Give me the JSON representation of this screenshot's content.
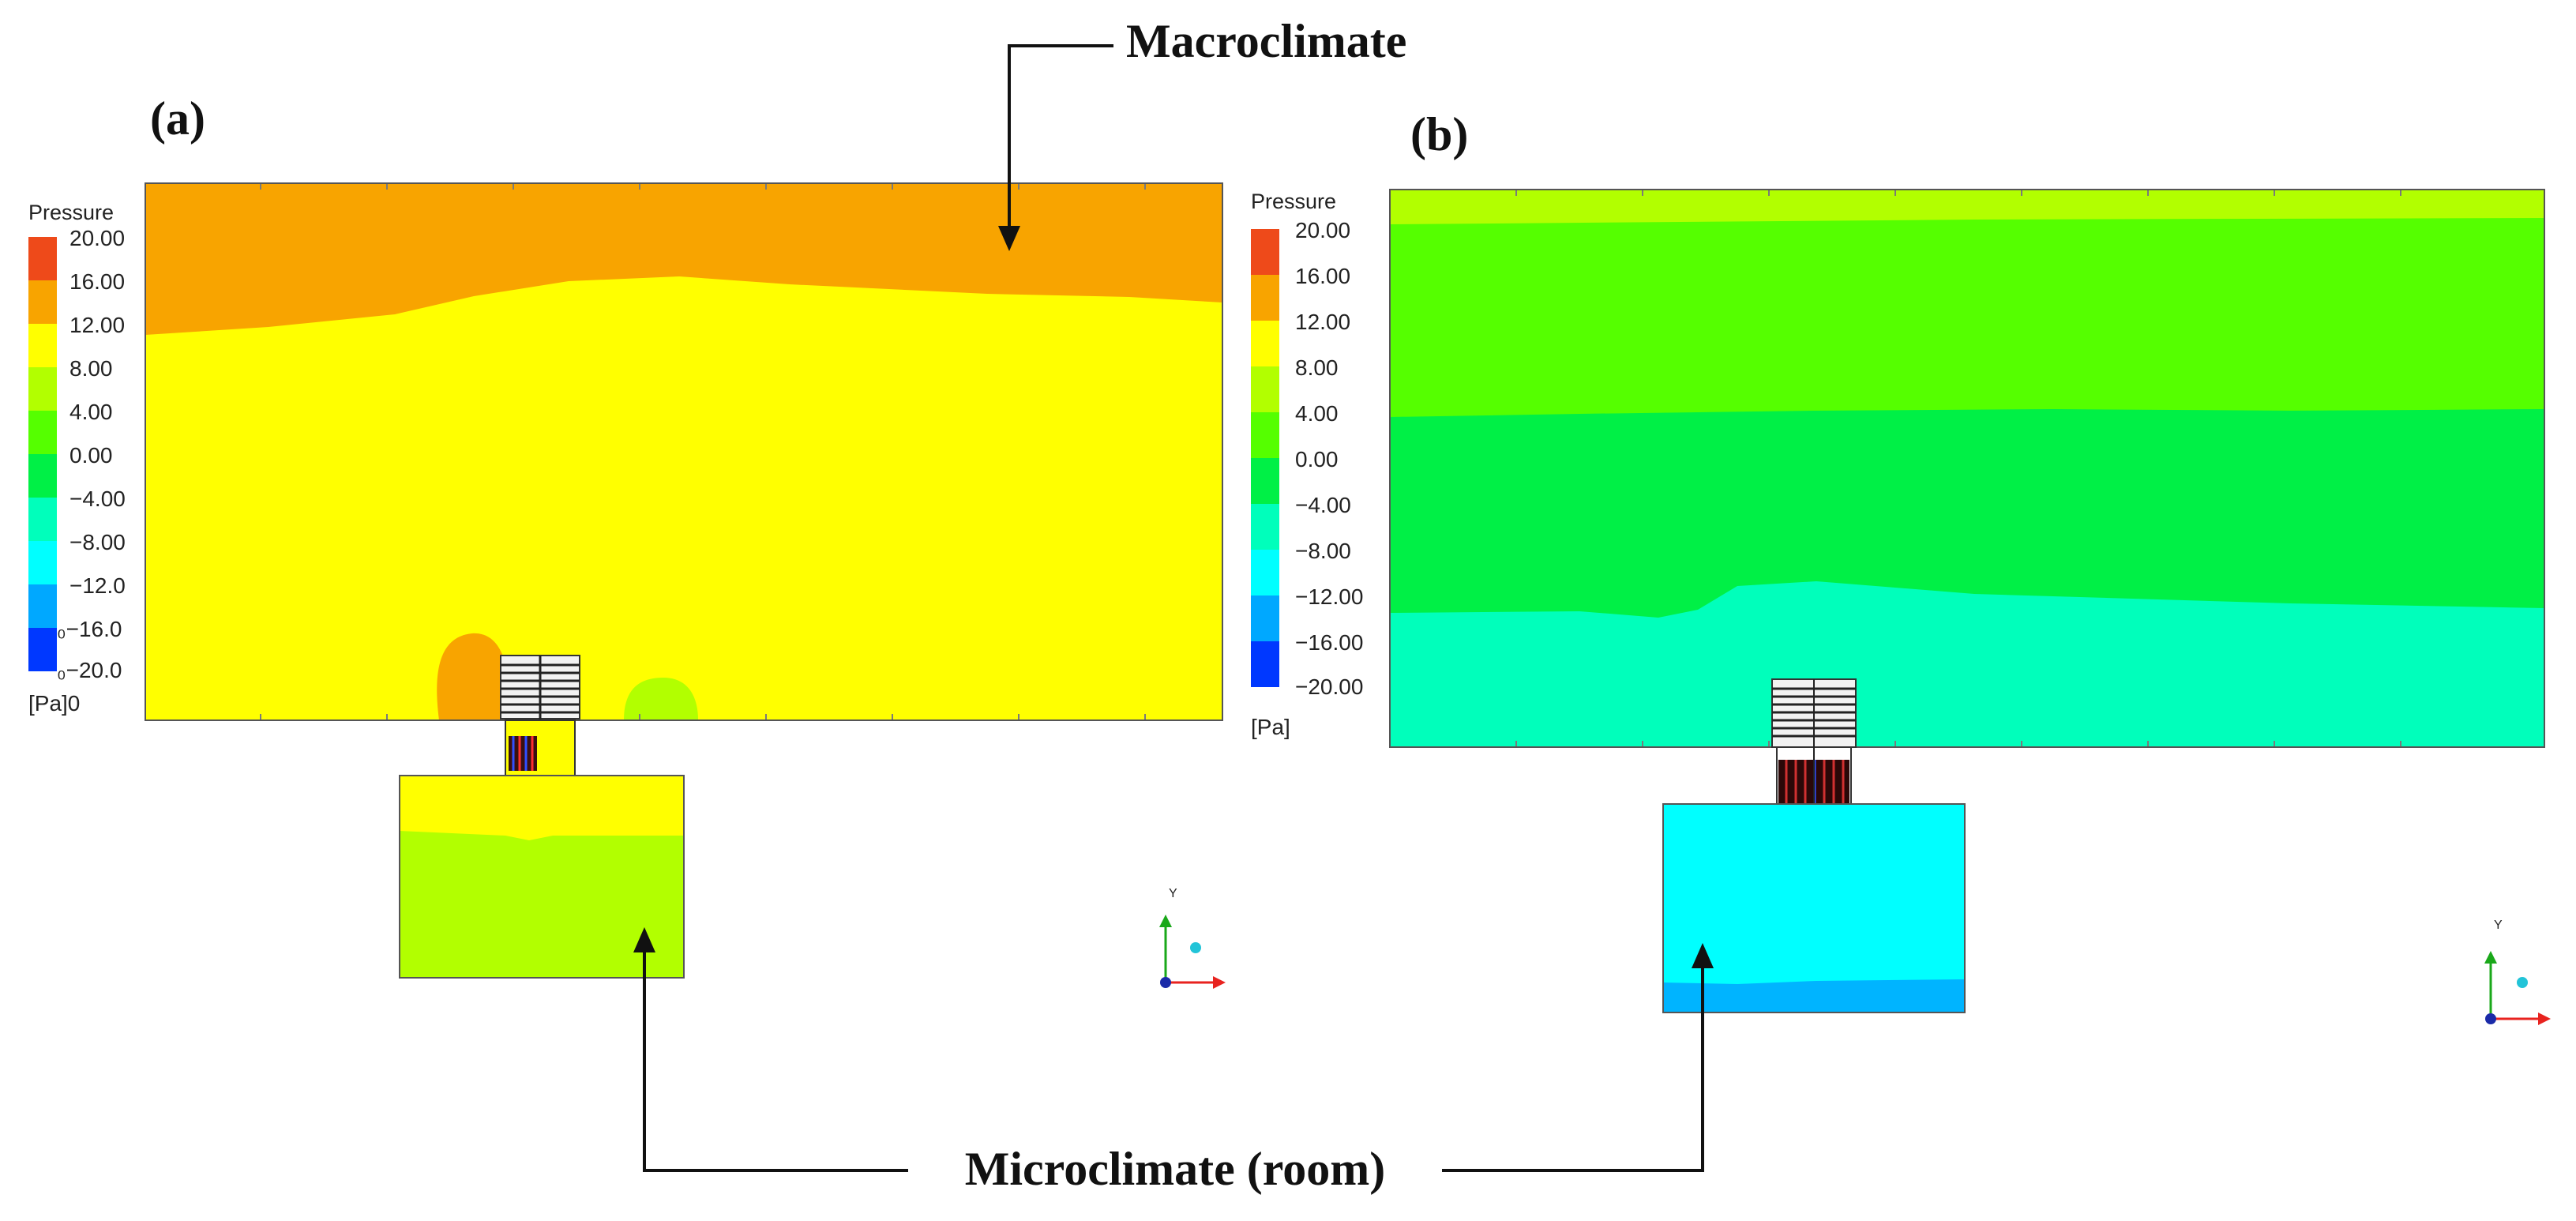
{
  "panels": {
    "a": {
      "label": "(a)",
      "legend": {
        "title": "Pressure",
        "unit": "[Pa]0",
        "ticks": [
          "20.00",
          "16.00",
          "12.00",
          "8.00",
          "4.00",
          "0.00",
          "−4.00",
          "−8.00",
          "−12.0",
          "₀−16.0",
          "₀−20.0"
        ]
      },
      "axis": {
        "y": "Y"
      }
    },
    "b": {
      "label": "(b)",
      "legend": {
        "title": "Pressure",
        "unit": "[Pa]",
        "ticks": [
          "20.00",
          "16.00",
          "12.00",
          "8.00",
          "4.00",
          "0.00",
          "−4.00",
          "−8.00",
          "−12.00",
          "−16.00",
          "−20.00"
        ]
      },
      "axis": {
        "y": "Y"
      }
    }
  },
  "callouts": {
    "macroclimate": "Macroclimate",
    "microclimate": "Microclimate (room)"
  },
  "colors": {
    "scale_top_to_bottom": [
      "#ee4a1a",
      "#f8a400",
      "#ffff00",
      "#b2ff00",
      "#55ff00",
      "#00f046",
      "#00ffbb",
      "#00ffff",
      "#00a8ff",
      "#0038ff"
    ],
    "axis_x": "#e8231f",
    "axis_y": "#1aa81a",
    "axis_z": "#1a2aa8"
  }
}
